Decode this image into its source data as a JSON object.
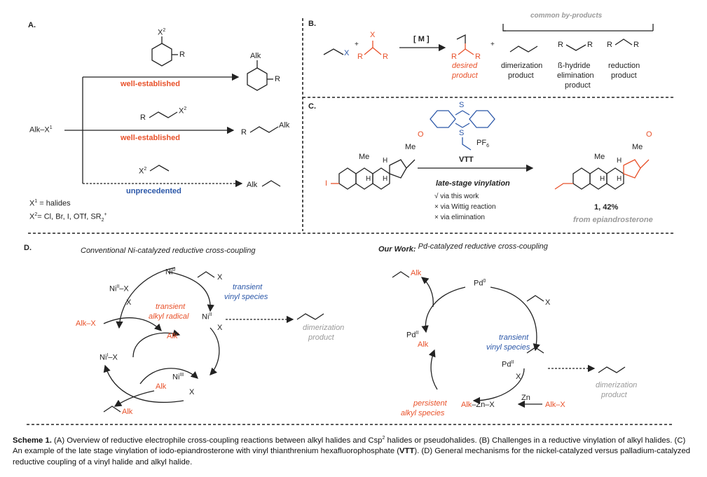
{
  "panelA": {
    "label": "A.",
    "aryl_x": "X",
    "aryl_x_sup": "2",
    "aryl_r": "R",
    "well1": "well-established",
    "prod_alk": "Alk",
    "prod_r": "R",
    "vinyl_r": "R",
    "vinyl_x": "X",
    "vinyl_x_sup": "2",
    "well2": "well-established",
    "prod2_r": "R",
    "prod2_alk": "Alk",
    "start": "Alk–X",
    "start_sup": "1",
    "vinylx": "X",
    "vinylx_sup": "2",
    "unprecedented": "unprecedented",
    "prod3_alk": "Alk",
    "x1_line_a": "X",
    "x1_sup": "1",
    "x1_line_b": " = halides",
    "x2_line_a": "X",
    "x2_sup": "2",
    "x2_line_b": "= Cl, Br, I, OTf, SR",
    "x2_sub": "2",
    "x2_plus": "+"
  },
  "panelB": {
    "label": "B.",
    "common": "common by-products",
    "reagent1_x": "X",
    "plus1": "+",
    "reagent2_x": "X",
    "r_left": "R",
    "r_right": "R",
    "catalyst": "[ M ]",
    "prod_r1": "R",
    "prod_r2": "R",
    "desired1": "desired",
    "desired2": "product",
    "plus2": "+",
    "dimer1": "dimerization",
    "dimer2": "product",
    "beta_r1": "R",
    "beta_r2": "R",
    "beta1": "ß-hydride",
    "beta2": "elimination",
    "beta3": "product",
    "red_r1": "R",
    "red_r2": "R",
    "reduction1": "reduction",
    "reduction2": "product"
  },
  "panelC": {
    "label": "C.",
    "s_top": "S",
    "s_plus": "S",
    "pf_a": "PF",
    "pf_sub": "6",
    "vtt": "VTT",
    "me1": "Me",
    "me2": "Me",
    "h1": "H",
    "h2": "H",
    "h3": "H",
    "iodo": "I",
    "o1": "O",
    "late": "late-stage vinylation",
    "check1": "√ via this work",
    "check2": "× via Wittig reaction",
    "check3": "× via elimination",
    "me3": "Me",
    "me4": "Me",
    "h4": "H",
    "h5": "H",
    "h6": "H",
    "o2": "O",
    "yield": "1, 42%",
    "from": "from epiandrosterone"
  },
  "panelD": {
    "label": "D.",
    "conv": "Conventional Ni-catalyzed reductive cross-coupling",
    "ni0": "Ni",
    "ni0_sup": "0",
    "vinylX_x": "X",
    "transient_vinyl1": "transient",
    "transient_vinyl2": "vinyl species",
    "niII_a": "Ni",
    "niII_a_sup": "II",
    "niII_x1": "X",
    "niII_x2": "X",
    "trans_rad1": "transient",
    "trans_rad2": "alkyl radical",
    "niII_b": "Ni",
    "niII_b_sup": "II",
    "niII_b_x": "X",
    "dimer1": "dimerization",
    "dimer2": "product",
    "alkx": "Alk–X",
    "alk_rad": "Alk˙",
    "niI": "Ni",
    "niI_sup": "I",
    "niI_x": "–X",
    "niIII": "Ni",
    "niIII_sup": "III",
    "alk_niIII": "Alk",
    "niIII_x": "X",
    "prod_alk": "Alk",
    "ours_bold": "Our Work:",
    "ours": "Pd-catalyzed reductive cross-coupling",
    "pd_prod_alk": "Alk",
    "pd0": "Pd",
    "pd0_sup": "0",
    "pd_vinyl_x": "X",
    "pdII_a": "Pd",
    "pdII_a_sup": "II",
    "pdII_alk": "Alk",
    "pd_trans1": "transient",
    "pd_trans2": "vinyl species",
    "pdII_b": "Pd",
    "pdII_b_sup": "II",
    "pdII_b_x": "X",
    "pd_dimer1": "dimerization",
    "pd_dimer2": "product",
    "zn": "Zn",
    "alkznx_alk": "Alk",
    "alkznx_rest": "–Zn–X",
    "alkx2": "Alk–X",
    "persist1": "persistent",
    "persist2": "alkyl species"
  },
  "caption": {
    "lead": "Scheme 1.",
    "t1": " (A) Overview of reductive electrophile cross-coupling reactions between alkyl halides and Csp",
    "sup": "2",
    "t2": " halides or pseudohalides. (B) Challenges in a reductive vinylation of alkyl halides. (C) An example of the late stage vinylation of iodo-epiandrosterone with vinyl thianthrenium hexafluorophosphate (",
    "vtt": "VTT",
    "t3": "). (D) General mechanisms for the nickel-catalyzed versus palladium-catalyzed reductive coupling of a vinyl halide and alkyl halide."
  },
  "colors": {
    "red": "#e8512a",
    "blue": "#2b57a8",
    "grey": "#9a9a9a"
  }
}
